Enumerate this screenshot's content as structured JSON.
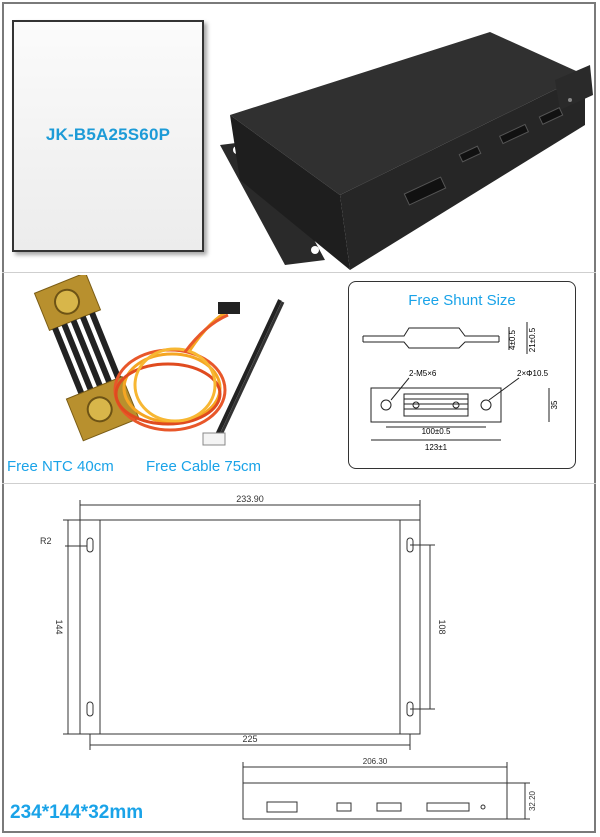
{
  "model": {
    "name": "JK-B5A25S60P"
  },
  "captions": {
    "ntc": "Free NTC 40cm",
    "cable": "Free Cable 75cm"
  },
  "shunt": {
    "title": "Free Shunt Size",
    "dim_thickness": "4±0.5",
    "dim_height_side": "21±0.5",
    "dim_holes_left": "2-M5×6",
    "dim_holes_right": "2×Φ10.5",
    "dim_height": "35",
    "dim_inner_length": "100±0.5",
    "dim_total_length": "123±1"
  },
  "drawing": {
    "width_total": "233.90",
    "radius": "R2",
    "height": "144",
    "hole_spacing_v": "108",
    "hole_spacing_h": "225",
    "side_length": "206.30",
    "side_height": "32.20"
  },
  "overall_dimensions": "234*144*32mm"
}
